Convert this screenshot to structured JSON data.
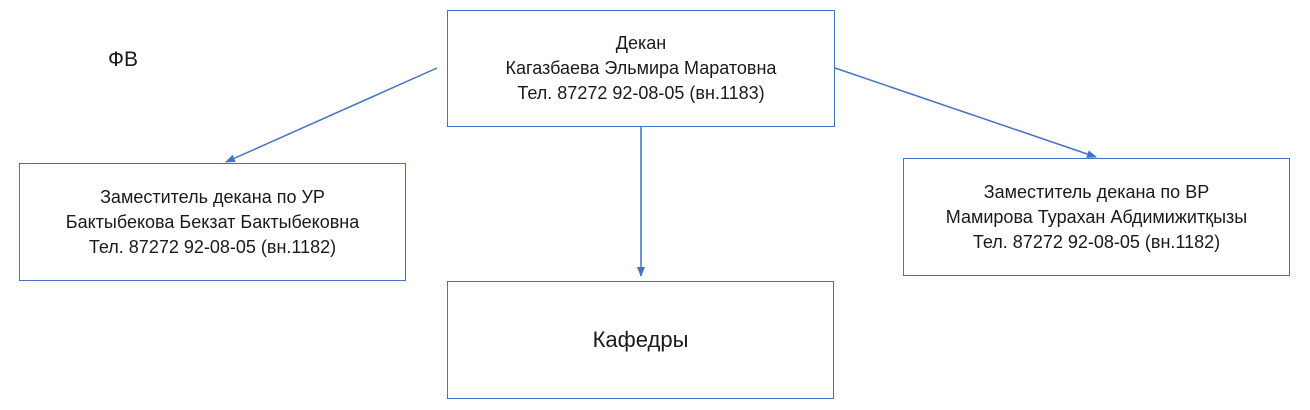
{
  "faculty": {
    "label": "ФВ"
  },
  "nodes": {
    "dean": {
      "lines": [
        "Декан",
        "Кагазбаева Эльмира Маратовна",
        "Тел. 87272 92-08-05 (вн.1183)"
      ]
    },
    "deputy_ur": {
      "lines": [
        "Заместитель декана по УР",
        "Бактыбекова Бекзат Бактыбековна",
        "Тел. 87272 92-08-05 (вн.1182)"
      ]
    },
    "deputy_vr": {
      "lines": [
        "Заместитель декана по ВР",
        "Мамирова Турахан Абдимижитқызы",
        "Тел. 87272 92-08-05 (вн.1182)"
      ]
    },
    "departments": {
      "lines": [
        "Кафедры"
      ]
    }
  },
  "colors": {
    "box_border": "#4472c4",
    "connector": "#4472c4",
    "text": "#1a1a1a"
  }
}
